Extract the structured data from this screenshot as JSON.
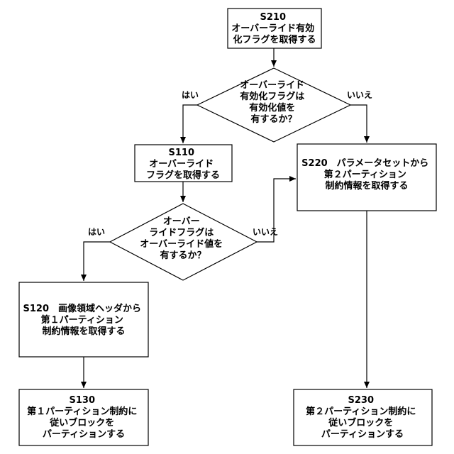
{
  "nodes": {
    "s210": {
      "lines": [
        "S210",
        "オーバーライド有効",
        "化フラグを取得する"
      ]
    },
    "d1": {
      "lines": [
        "オーバーライド",
        "有効化フラグは",
        "有効化値を",
        "有するか？"
      ]
    },
    "s110": {
      "lines": [
        "S110",
        "オーバーライド",
        "フラグを取得する"
      ]
    },
    "s220": {
      "lines": [
        "S220　パラメータセットから",
        "第２パーティション",
        "制約情報を取得する"
      ]
    },
    "d2": {
      "lines": [
        "オーバー",
        "ライドフラグは",
        "オーバーライド値を",
        "有するか？"
      ]
    },
    "s120": {
      "lines": [
        "S120　画像領域ヘッダから",
        "第１パーティション",
        "制約情報を取得する"
      ]
    },
    "s130": {
      "lines": [
        "S130",
        "第１パーティション制約に",
        "従いブロックを",
        "パーティションする"
      ]
    },
    "s230": {
      "lines": [
        "S230",
        "第２パーティション制約に",
        "従いブロックを",
        "パーティションする"
      ]
    }
  },
  "edges": {
    "d1_yes": "はい",
    "d1_no": "いいえ",
    "d2_yes": "はい",
    "d2_no": "いいえ"
  }
}
